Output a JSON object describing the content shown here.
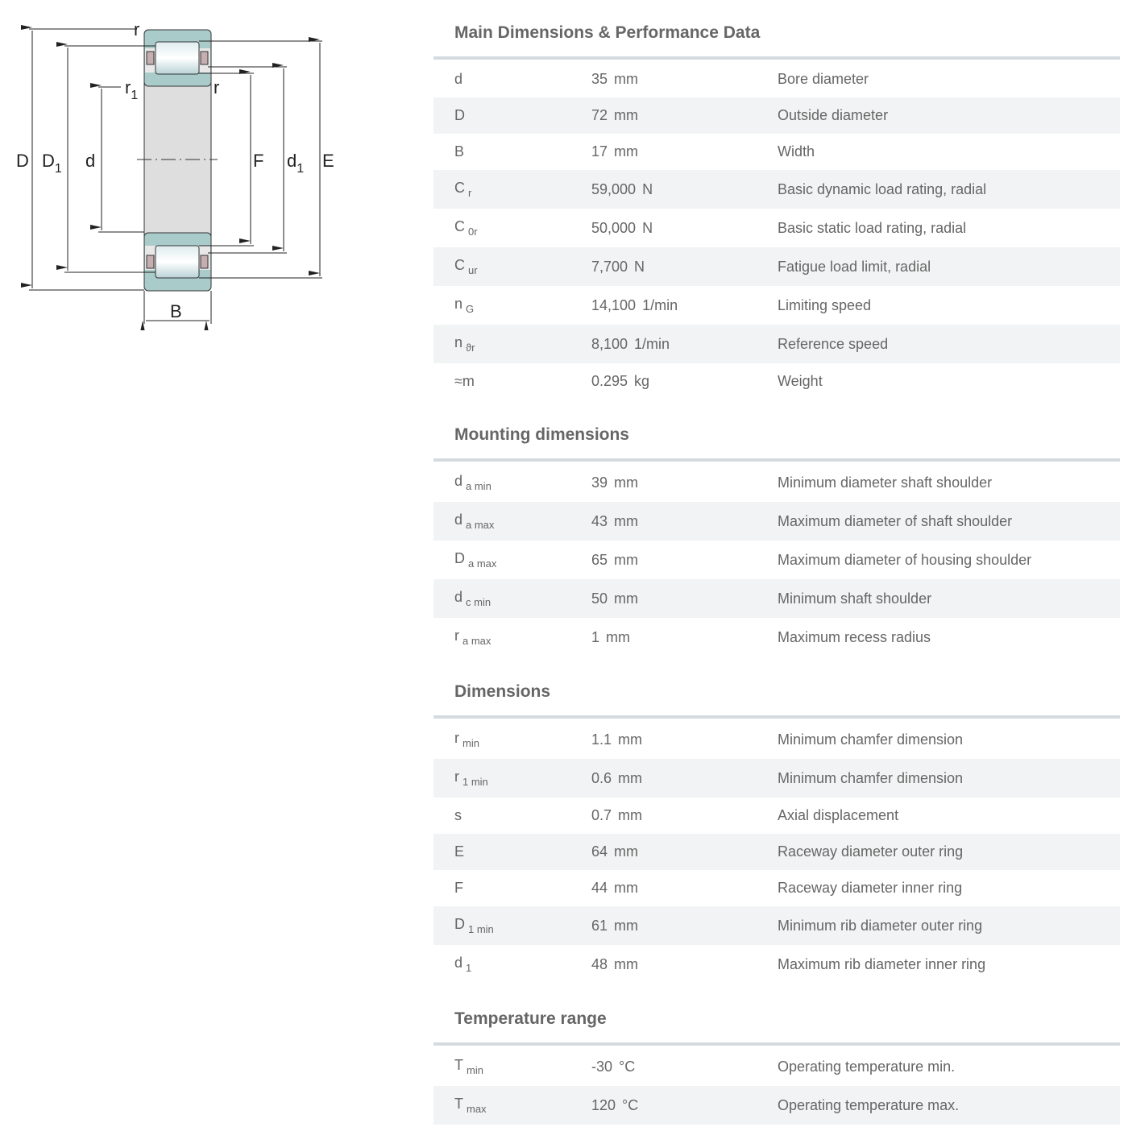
{
  "drawing_labels": {
    "D": "D",
    "D1": "D",
    "D1_sub": "1",
    "d": "d",
    "F": "F",
    "d1": "d",
    "d1_sub": "1",
    "E": "E",
    "B": "B",
    "r": "r",
    "r1": "r",
    "r1_sub": "1"
  },
  "sections": [
    {
      "title": "Main Dimensions & Performance Data",
      "rows": [
        {
          "sym": "d",
          "sub": "",
          "value": "35",
          "unit": "mm",
          "desc": "Bore diameter"
        },
        {
          "sym": "D",
          "sub": "",
          "value": "72",
          "unit": "mm",
          "desc": "Outside diameter"
        },
        {
          "sym": "B",
          "sub": "",
          "value": "17",
          "unit": "mm",
          "desc": "Width"
        },
        {
          "sym": "C",
          "sub": "r",
          "value": "59,000",
          "unit": "N",
          "desc": "Basic dynamic load rating, radial"
        },
        {
          "sym": "C",
          "sub": "0r",
          "value": "50,000",
          "unit": "N",
          "desc": "Basic static load rating, radial"
        },
        {
          "sym": "C",
          "sub": "ur",
          "value": "7,700",
          "unit": "N",
          "desc": "Fatigue load limit, radial"
        },
        {
          "sym": "n",
          "sub": "G",
          "value": "14,100",
          "unit": "1/min",
          "desc": "Limiting speed"
        },
        {
          "sym": "n",
          "sub": "ϑr",
          "value": "8,100",
          "unit": "1/min",
          "desc": "Reference speed"
        },
        {
          "sym": "≈m",
          "sub": "",
          "value": "0.295",
          "unit": "kg",
          "desc": "Weight"
        }
      ]
    },
    {
      "title": "Mounting dimensions",
      "rows": [
        {
          "sym": "d",
          "sub": "a min",
          "value": "39",
          "unit": "mm",
          "desc": "Minimum diameter shaft shoulder"
        },
        {
          "sym": "d",
          "sub": "a max",
          "value": "43",
          "unit": "mm",
          "desc": "Maximum diameter of shaft shoulder"
        },
        {
          "sym": "D",
          "sub": "a max",
          "value": "65",
          "unit": "mm",
          "desc": "Maximum diameter of housing shoulder"
        },
        {
          "sym": "d",
          "sub": "c min",
          "value": "50",
          "unit": "mm",
          "desc": "Minimum shaft shoulder"
        },
        {
          "sym": "r",
          "sub": "a max",
          "value": "1",
          "unit": "mm",
          "desc": "Maximum recess radius"
        }
      ]
    },
    {
      "title": "Dimensions",
      "rows": [
        {
          "sym": "r",
          "sub": "min",
          "value": "1.1",
          "unit": "mm",
          "desc": "Minimum chamfer dimension"
        },
        {
          "sym": "r",
          "sub": "1 min",
          "value": "0.6",
          "unit": "mm",
          "desc": "Minimum chamfer dimension"
        },
        {
          "sym": "s",
          "sub": "",
          "value": "0.7",
          "unit": "mm",
          "desc": "Axial displacement"
        },
        {
          "sym": "E",
          "sub": "",
          "value": "64",
          "unit": "mm",
          "desc": "Raceway diameter outer ring"
        },
        {
          "sym": "F",
          "sub": "",
          "value": "44",
          "unit": "mm",
          "desc": "Raceway diameter inner ring"
        },
        {
          "sym": "D",
          "sub": "1 min",
          "value": "61",
          "unit": "mm",
          "desc": "Minimum rib diameter outer ring"
        },
        {
          "sym": "d",
          "sub": "1",
          "value": "48",
          "unit": "mm",
          "desc": "Maximum rib diameter inner ring"
        }
      ]
    },
    {
      "title": "Temperature range",
      "rows": [
        {
          "sym": "T",
          "sub": "min",
          "value": "-30",
          "unit": "°C",
          "desc": "Operating temperature min."
        },
        {
          "sym": "T",
          "sub": "max",
          "value": "120",
          "unit": "°C",
          "desc": "Operating temperature max."
        }
      ]
    }
  ]
}
